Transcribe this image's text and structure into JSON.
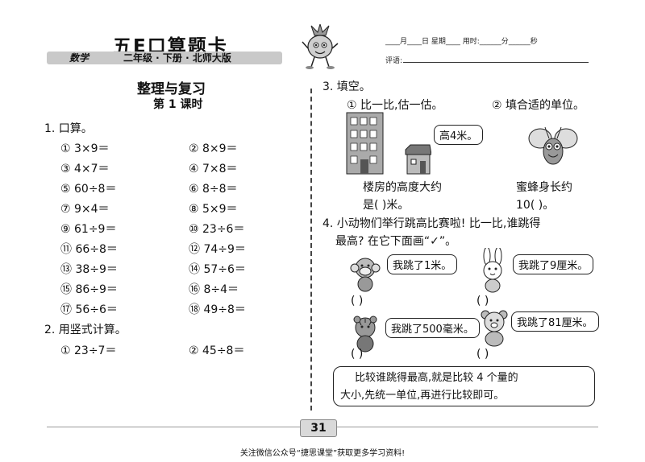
{
  "header": {
    "brand": "五E口算题卡",
    "subject": "数学",
    "grade_info": "二年级 · 下册 · 北师大版",
    "date_line": "____月____日 星期____  用时:______分______秒",
    "comment_label": "评语:"
  },
  "lesson": {
    "topic": "整理与复习",
    "lesson": "第 1 课时"
  },
  "q1": {
    "title": "1. 口算。",
    "items": [
      "① 3×9＝",
      "② 8×9＝",
      "③ 4×7＝",
      "④ 7×8＝",
      "⑤ 60÷8＝",
      "⑥ 8÷8＝",
      "⑦ 9×4＝",
      "⑧ 5×9＝",
      "⑨ 61÷9＝",
      "⑩ 23÷6＝",
      "⑪ 66÷8＝",
      "⑫ 74÷9＝",
      "⑬ 38÷9＝",
      "⑭ 57÷6＝",
      "⑮ 86÷9＝",
      "⑯ 8÷4＝",
      "⑰ 56÷6＝",
      "⑱ 49÷8＝"
    ]
  },
  "q2": {
    "title": "2. 用竖式计算。",
    "items": [
      "① 23÷7＝",
      "② 45÷8＝"
    ]
  },
  "q3": {
    "title": "3. 填空。",
    "sub1": "① 比一比,估一估。",
    "sub2": "② 填合适的单位。",
    "bubble": "高4米。",
    "caption1a": "楼房的高度大约",
    "caption1b": "是(      )米。",
    "caption2a": "蜜蜂身长约",
    "caption2b": "10(      )。"
  },
  "q4": {
    "title_line1": "4. 小动物们举行跳高比赛啦! 比一比,谁跳得",
    "title_line2": "最高? 在它下面画“✓”。",
    "bubbles": [
      "我跳了1米。",
      "我跳了9厘米。",
      "我跳了500毫米。",
      "我跳了81厘米。"
    ],
    "paren": "(      )",
    "note_line1": "比较谁跳得最高,就是比较 4 个量的",
    "note_line2": "大小,先统一单位,再进行比较即可。"
  },
  "page_number": "31",
  "footer": "关注微信公众号“捷思课堂”获取更多学习资料!"
}
